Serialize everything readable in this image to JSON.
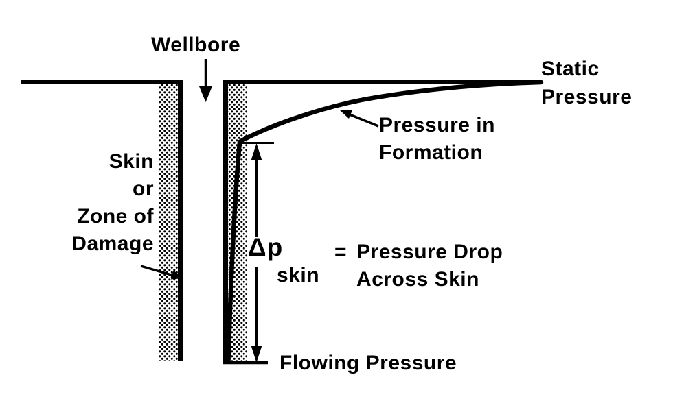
{
  "diagram": {
    "background": "#ffffff",
    "ink_color": "#000000",
    "wellbore_label": "Wellbore",
    "static_pressure": {
      "line1": "Static",
      "line2": "Pressure"
    },
    "skin_zone": {
      "line1": "Skin",
      "line2": "or",
      "line3": "Zone of",
      "line4": "Damage"
    },
    "formation_pressure": {
      "line1": "Pressure in",
      "line2": "Formation"
    },
    "dp_annotation": {
      "symbol": "Δp",
      "subscript": "skin",
      "equals": "=",
      "definition_line1": "Pressure Drop",
      "definition_line2": "Across Skin"
    },
    "flowing_pressure_label": "Flowing Pressure"
  }
}
